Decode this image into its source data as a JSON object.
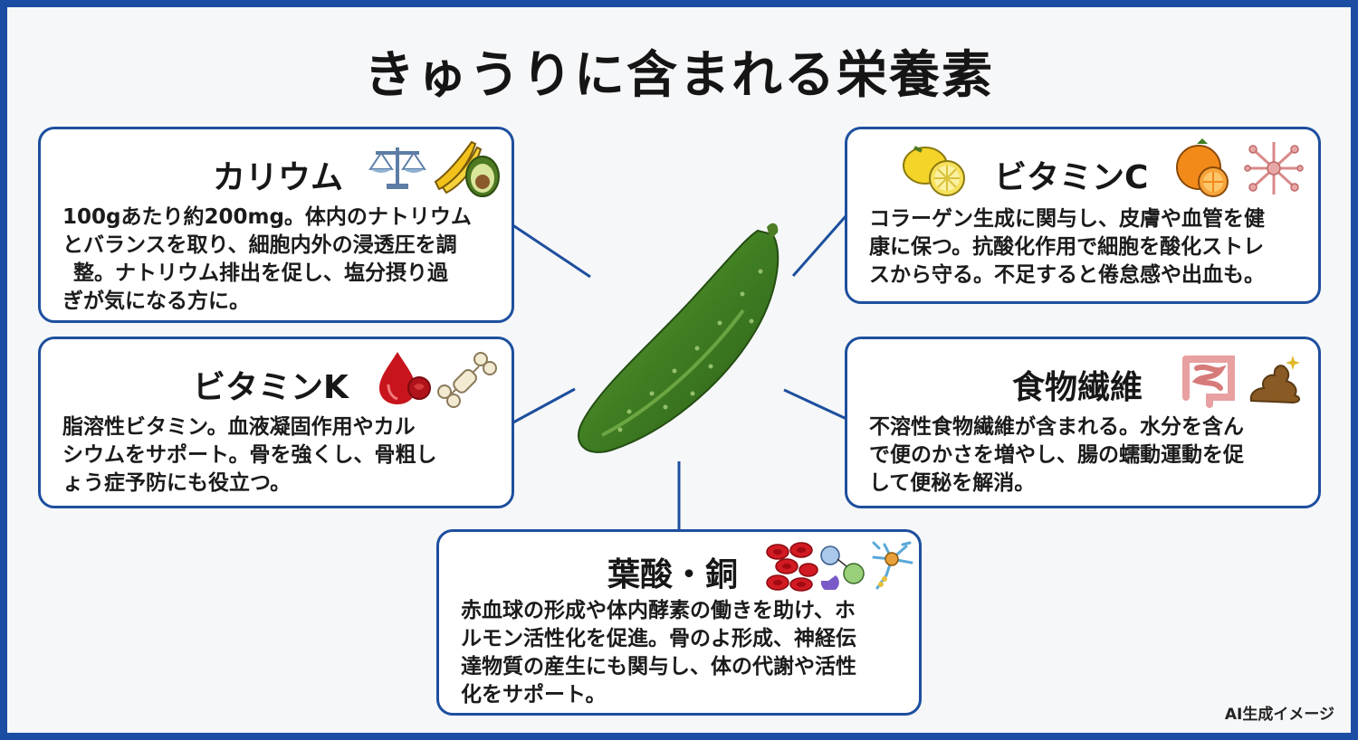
{
  "title": "きゅうりに含まれる栄養素",
  "footer": "AI生成イメージ",
  "colors": {
    "frame": "#1b4ea3",
    "card_border": "#1d4f9e",
    "background": "#f6f7f9"
  },
  "center_image": "cucumber",
  "cards": {
    "potassium": {
      "title": "カリウム",
      "icons": [
        "balance-scale-icon",
        "banana-icon",
        "avocado-icon"
      ],
      "lines": [
        "100gあたり約200mg。体内のナトリウム",
        "とバランスを取り、細胞内外の浸透圧を調",
        "整。ナトリウム排出を促し、塩分摂り過",
        "ぎが気になる方に。"
      ]
    },
    "vitamin_c": {
      "title": "ビタミンC",
      "icons": [
        "lemon-icon",
        "orange-icon",
        "collagen-network-icon"
      ],
      "lines": [
        "コラーゲン生成に関与し、皮膚や血管を健",
        "康に保つ。抗酸化作用で細胞を酸化ストレ",
        "スから守る。不足すると倦怠感や出血も。"
      ]
    },
    "vitamin_k": {
      "title": "ビタミンK",
      "icons": [
        "blood-drop-icon",
        "bone-icon"
      ],
      "lines": [
        "脂溶性ビタミン。血液凝固作用やカル",
        "シウムをサポート。骨を強くし、骨粗し",
        "ょう症予防にも役立つ。"
      ]
    },
    "fiber": {
      "title": "食物繊維",
      "icons": [
        "intestine-icon",
        "stool-icon"
      ],
      "lines": [
        "不溶性食物繊維が含まれる。水分を含ん",
        "で便のかさを増やし、腸の蠕動運動を促",
        "して便秘を解消。"
      ]
    },
    "folate_copper": {
      "title": "葉酸・銅",
      "icons": [
        "red-blood-cells-icon",
        "enzyme-icon",
        "neuron-icon"
      ],
      "lines": [
        "赤血球の形成や体内酵素の働きを助け、ホ",
        "ルモン活性化を促進。骨のよ形成、神経伝",
        "達物質の産生にも関与し、体の代謝や活性",
        "化をサポート。"
      ]
    }
  }
}
